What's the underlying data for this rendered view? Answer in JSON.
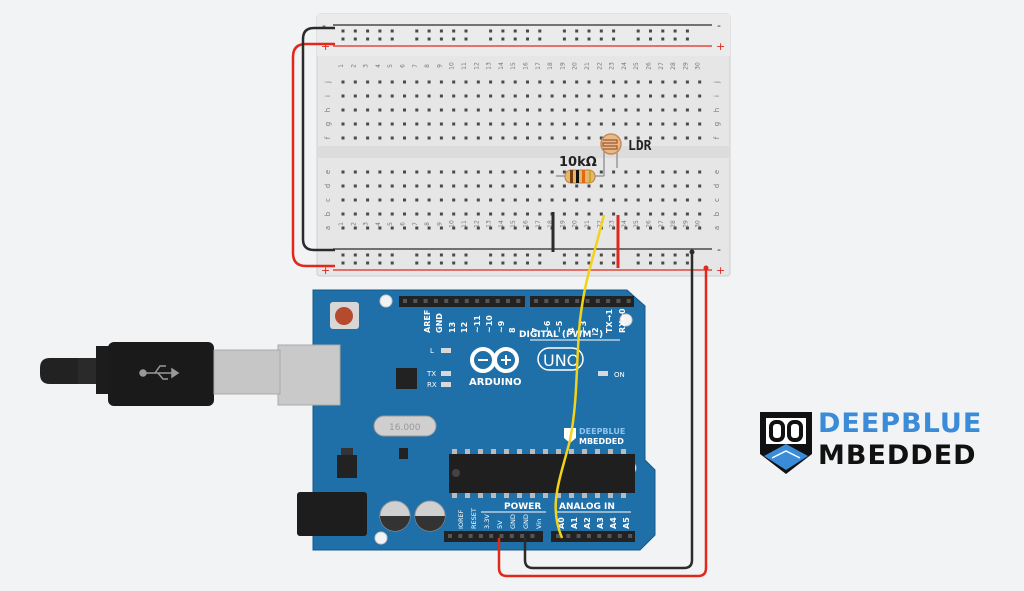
{
  "breadboard": {
    "rail_minus": "-",
    "rail_plus": "+",
    "columns": [
      "1",
      "2",
      "3",
      "4",
      "5",
      "6",
      "7",
      "8",
      "9",
      "10",
      "11",
      "12",
      "13",
      "14",
      "15",
      "16",
      "17",
      "18",
      "19",
      "20",
      "21",
      "22",
      "23",
      "24",
      "25",
      "26",
      "27",
      "28",
      "29",
      "30"
    ],
    "rows_top": [
      "j",
      "i",
      "h",
      "g",
      "f"
    ],
    "rows_bottom": [
      "e",
      "d",
      "c",
      "b",
      "a"
    ]
  },
  "components": {
    "ldr_label": "LDR",
    "resistor_label": "10kΩ"
  },
  "arduino": {
    "logo_text": "ARDUINO",
    "model_text": "UNO",
    "digital_header": "DIGITAL (PWM~)",
    "digital_pins": [
      "AREF",
      "GND",
      "13",
      "12",
      "~11",
      "~10",
      "~9",
      "8",
      "7",
      "~6",
      "~5",
      "4",
      "~3",
      "2",
      "TX→1",
      "RX←0"
    ],
    "led_l": "L",
    "led_tx": "TX",
    "led_rx": "RX",
    "led_on": "ON",
    "crystal_text": "16.000",
    "power_header": "POWER",
    "power_pins": [
      "IOREF",
      "RESET",
      "3.3V",
      "5V",
      "GND",
      "GND",
      "Vin"
    ],
    "analog_header": "ANALOG IN",
    "analog_pins": [
      "A0",
      "A1",
      "A2",
      "A3",
      "A4",
      "A5"
    ],
    "board_brand_l1": "DEEPBLUE",
    "board_brand_l2": "MBEDDED"
  },
  "brand": {
    "line1": "DEEPBLUE",
    "line2": "MBEDDED",
    "logo_mark": "DB",
    "colors": {
      "blue": "#3a8bd8",
      "dark": "#111111"
    }
  },
  "wires": {
    "colors": {
      "red": "#e0281c",
      "black": "#2b2b2b",
      "yellow": "#f2d21a"
    }
  }
}
